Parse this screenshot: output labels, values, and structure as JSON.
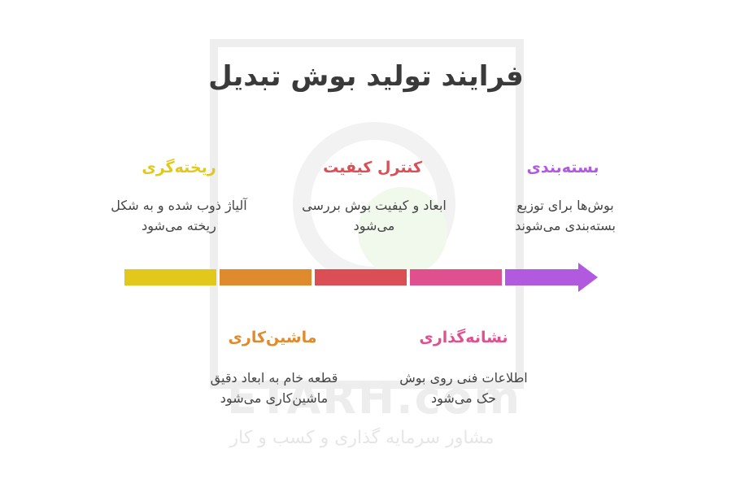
{
  "title": "فرایند تولید بوش تبدیل",
  "colors": {
    "yellow": "#e3c81c",
    "orange": "#e08a2e",
    "red": "#dc4e55",
    "pink": "#e0508e",
    "purple": "#b25adf"
  },
  "stages": [
    {
      "title": "ریخته‌گری",
      "desc": [
        "آلیاژ ذوب شده و به شکل",
        "ریخته می‌شود"
      ],
      "color": "#e3c81c"
    },
    {
      "title": "ماشین‌کاری",
      "desc": [
        "قطعه خام به ابعاد دقیق",
        "ماشین‌کاری می‌شود"
      ],
      "color": "#e08a2e"
    },
    {
      "title": "کنترل کیفیت",
      "desc": [
        "ابعاد و کیفیت بوش بررسی",
        "می‌شود"
      ],
      "color": "#dc4e55"
    },
    {
      "title": "نشانه‌گذاری",
      "desc": [
        "اطلاعات فنی روی بوش",
        "حک می‌شود"
      ],
      "color": "#e0508e"
    },
    {
      "title": "بسته‌بندی",
      "desc": [
        "بوش‌ها برای توزیع",
        "بسته‌بندی می‌شوند"
      ],
      "color": "#b25adf"
    }
  ],
  "watermark": {
    "brand": "ETARH.com",
    "tagline": "مشاور سرمایه گذاری و کسب و کار"
  }
}
